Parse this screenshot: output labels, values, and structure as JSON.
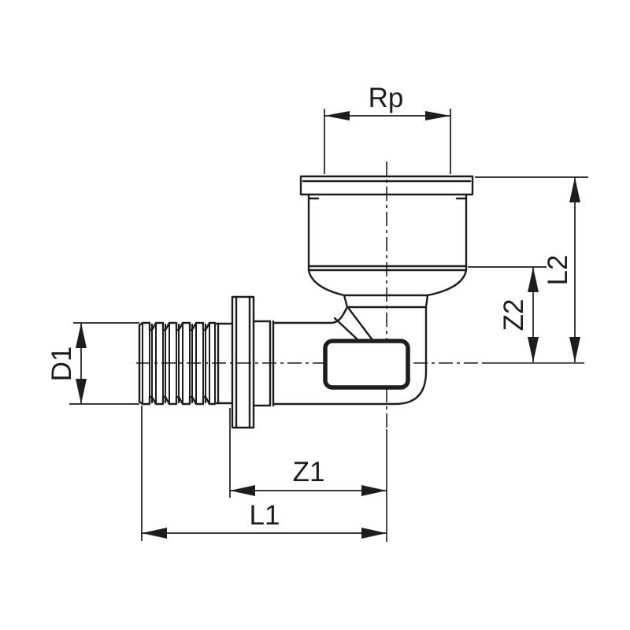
{
  "drawing": {
    "background_color": "#ffffff",
    "line_color": "#1d1d1b",
    "description": "Technical dimension drawing of a 90-degree elbow adapter fitting with barbed spigot, stop flange, hex flats and female threaded socket",
    "dimensions": {
      "rp": {
        "label": "Rp",
        "orientation": "horizontal"
      },
      "d1": {
        "label": "D1",
        "orientation": "vertical-rotated"
      },
      "z1": {
        "label": "Z1",
        "orientation": "horizontal"
      },
      "l1": {
        "label": "L1",
        "orientation": "horizontal"
      },
      "z2": {
        "label": "Z2",
        "orientation": "vertical-rotated"
      },
      "l2": {
        "label": "L2",
        "orientation": "vertical-rotated"
      }
    }
  }
}
